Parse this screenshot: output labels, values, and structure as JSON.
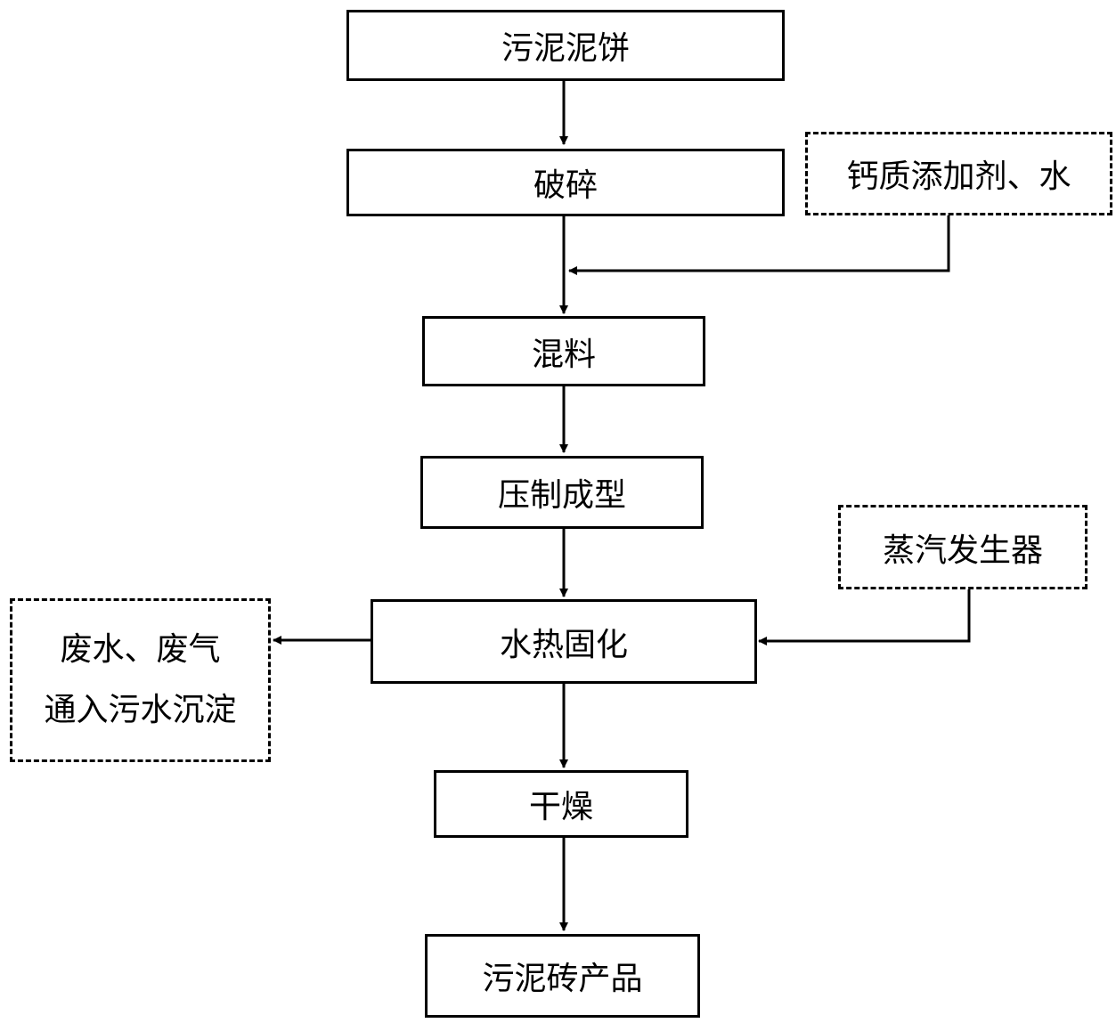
{
  "steps": {
    "sludge_cake": "污泥泥饼",
    "crushing": "破碎",
    "mixing": "混料",
    "press_forming": "压制成型",
    "hydrothermal_curing": "水热固化",
    "drying": "干燥",
    "sludge_brick_product": "污泥砖产品"
  },
  "inputs": {
    "calcium_additive_water": "钙质添加剂、水",
    "steam_generator": "蒸汽发生器"
  },
  "outputs": {
    "waste_line1": "废水、废气",
    "waste_line2": "通入污水沉淀"
  }
}
